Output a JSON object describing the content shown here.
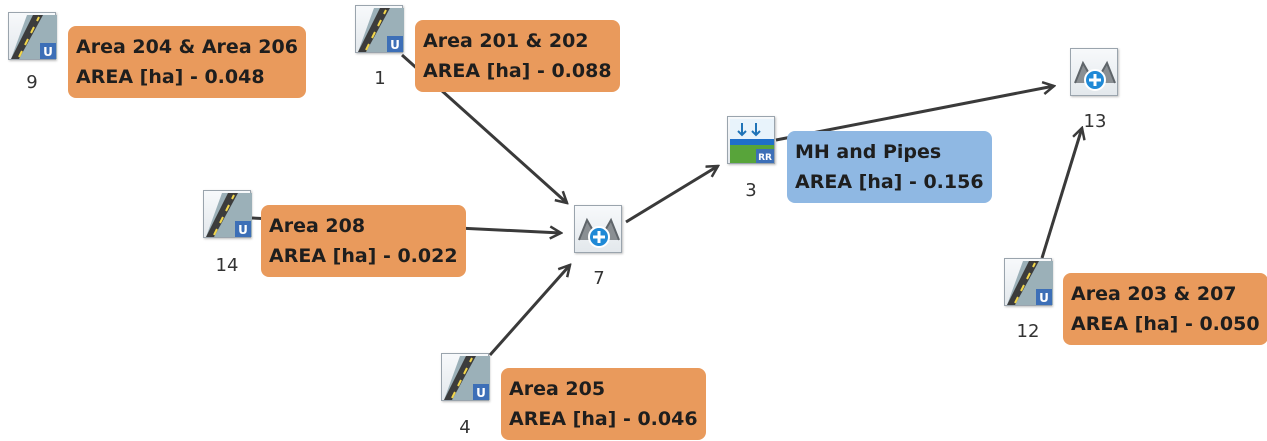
{
  "colors": {
    "subcatchment_label": "#e99a5c",
    "pipe_label": "#8fb8e3",
    "edge": "#3a3a3a"
  },
  "nodes": [
    {
      "id": "9",
      "icon": "subcatchment-road-icon",
      "label": {
        "title": "Area 204 & Area 206",
        "area": "AREA [ha] - 0.048"
      }
    },
    {
      "id": "1",
      "icon": "subcatchment-road-icon",
      "label": {
        "title": "Area 201 & 202",
        "area": "AREA [ha] - 0.088"
      }
    },
    {
      "id": "14",
      "icon": "subcatchment-road-icon",
      "label": {
        "title": "Area 208",
        "area": "AREA [ha] - 0.022"
      }
    },
    {
      "id": "4",
      "icon": "subcatchment-road-icon",
      "label": {
        "title": "Area 205",
        "area": "AREA [ha] - 0.046"
      }
    },
    {
      "id": "7",
      "icon": "junction-add-icon",
      "label": null
    },
    {
      "id": "3",
      "icon": "pipe-routing-icon",
      "label": {
        "title": "MH and Pipes",
        "area": "AREA [ha] - 0.156"
      }
    },
    {
      "id": "13",
      "icon": "junction-add-icon",
      "label": null
    },
    {
      "id": "12",
      "icon": "subcatchment-road-icon",
      "label": {
        "title": "Area 203 & 207",
        "area": "AREA [ha] - 0.050"
      }
    }
  ],
  "edges": [
    {
      "from": "1",
      "to": "7"
    },
    {
      "from": "14",
      "to": "7"
    },
    {
      "from": "4",
      "to": "7"
    },
    {
      "from": "7",
      "to": "3"
    },
    {
      "from": "3",
      "to": "13"
    },
    {
      "from": "12",
      "to": "13"
    }
  ]
}
